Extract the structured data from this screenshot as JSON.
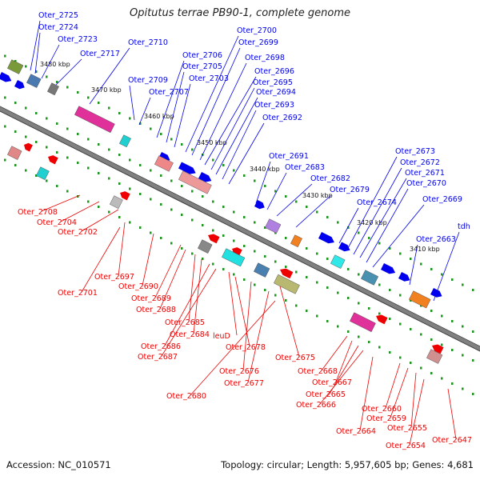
{
  "title": "Opitutus terrae PB90-1, complete genome",
  "footer": {
    "accession": "Accession: NC_010571",
    "topology": "Topology: circular; Length: 5,957,605 bp; Genes: 4,681"
  },
  "colors": {
    "forward": "#0000ee",
    "reverse": "#ee0000",
    "backbone": "#808080",
    "ticks": "#1a9a1a"
  },
  "kbp_marks": [
    "3480 kbp",
    "3470 kbp",
    "3460 kbp",
    "3450 kbp",
    "3440 kbp",
    "3430 kbp",
    "3420 kbp",
    "3410 kbp"
  ],
  "upper_labels": [
    "Oter_2725",
    "Oter_2724",
    "Oter_2723",
    "Oter_2717",
    "Oter_2710",
    "Oter_2709",
    "Oter_2707",
    "Oter_2706",
    "Oter_2705",
    "Oter_2703",
    "Oter_2700",
    "Oter_2699",
    "Oter_2698",
    "Oter_2696",
    "Oter_2695",
    "Oter_2694",
    "Oter_2693",
    "Oter_2692",
    "Oter_2691",
    "Oter_2683",
    "Oter_2682",
    "Oter_2679",
    "Oter_2674",
    "Oter_2673",
    "Oter_2672",
    "Oter_2671",
    "Oter_2670",
    "Oter_2669",
    "Oter_2663",
    "tdh"
  ],
  "lower_labels": [
    "Oter_2708",
    "Oter_2704",
    "Oter_2702",
    "Oter_2697",
    "Oter_2701",
    "Oter_2690",
    "Oter_2689",
    "Oter_2688",
    "Oter_2685",
    "Oter_2684",
    "Oter_2686",
    "Oter_2687",
    "leuD",
    "Oter_2678",
    "Oter_2676",
    "Oter_2675",
    "Oter_2677",
    "Oter_2680",
    "Oter_2668",
    "Oter_2667",
    "Oter_2665",
    "Oter_2666",
    "Oter_2664",
    "Oter_2660",
    "Oter_2659",
    "Oter_2655",
    "Oter_2654",
    "Oter_2647"
  ]
}
